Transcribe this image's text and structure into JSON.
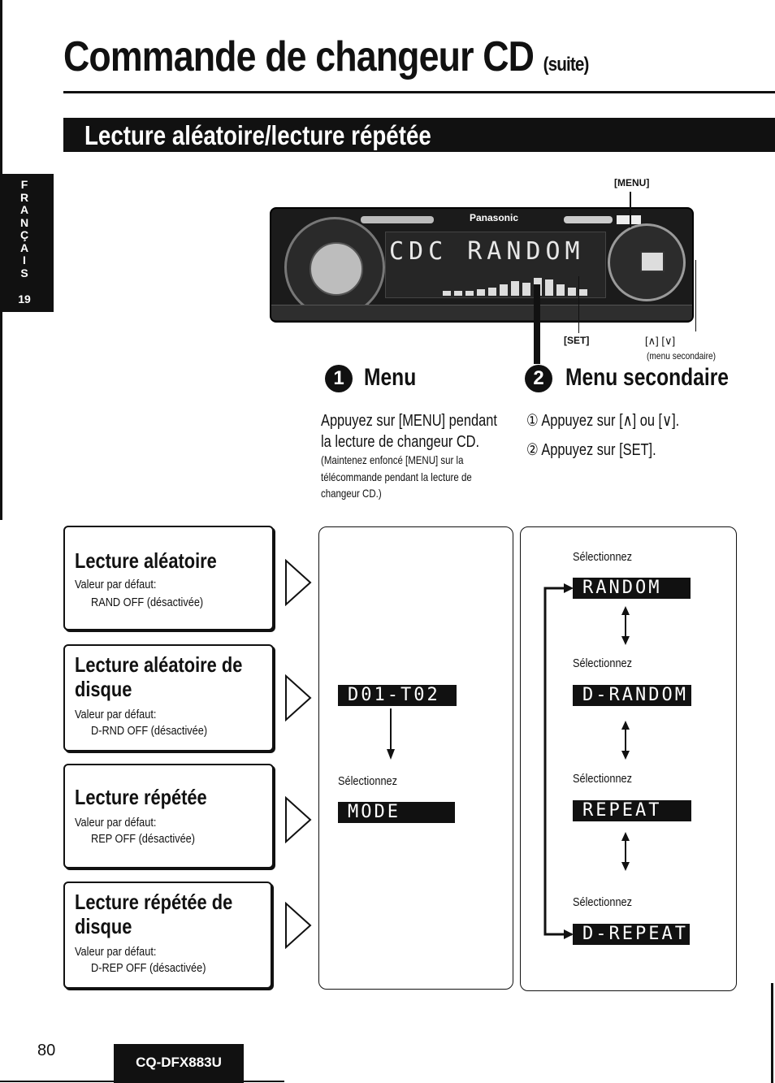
{
  "header": {
    "title": "Commande de changeur CD",
    "title_suffix": "(suite)",
    "section": "Lecture aléatoire/lecture répétée"
  },
  "side_tab": {
    "letters": [
      "F",
      "R",
      "A",
      "N",
      "Ç",
      "A",
      "I",
      "S"
    ],
    "chapter": "19"
  },
  "device": {
    "brand": "Panasonic",
    "display": "CDC RANDOM",
    "callouts": {
      "menu": "[MENU]",
      "set": "[SET]",
      "updown": "[∧] [∨]",
      "updown_note": "(menu secondaire)"
    }
  },
  "steps": {
    "step1": {
      "number": "1",
      "title": "Menu",
      "line1": "Appuyez sur [MENU] pendant",
      "line2": "la lecture de changeur CD.",
      "note1": "(Maintenez enfoncé [MENU] sur la",
      "note2": "télécommande pendant la lecture de",
      "note3": "changeur CD.)"
    },
    "step2": {
      "number": "2",
      "title": "Menu secondaire",
      "item1": "① Appuyez sur [∧] ou [∨].",
      "item2": "② Appuyez sur [SET]."
    }
  },
  "features": [
    {
      "title_lines": [
        "Lecture aléatoire"
      ],
      "label": "Valeur par défaut:",
      "value": "RAND OFF (désactivée)"
    },
    {
      "title_lines": [
        "Lecture aléatoire de",
        "disque"
      ],
      "label": "Valeur par défaut:",
      "value": "D-RND OFF (désactivée)"
    },
    {
      "title_lines": [
        "Lecture répétée"
      ],
      "label": "Valeur par défaut:",
      "value": "REP OFF (désactivée)"
    },
    {
      "title_lines": [
        "Lecture répétée de",
        "disque"
      ],
      "label": "Valeur par défaut:",
      "value": "D-REP OFF (désactivée)"
    }
  ],
  "flow": {
    "menu_panel": {
      "display1": "D01-T02",
      "select_label": "Sélectionnez",
      "display2": "MODE"
    },
    "sub_panel": {
      "select_label": "Sélectionnez",
      "items": [
        "RANDOM",
        "D-RANDOM",
        "REPEAT",
        "D-REPEAT"
      ]
    }
  },
  "footer": {
    "page_number": "80",
    "model": "CQ-DFX883U"
  }
}
